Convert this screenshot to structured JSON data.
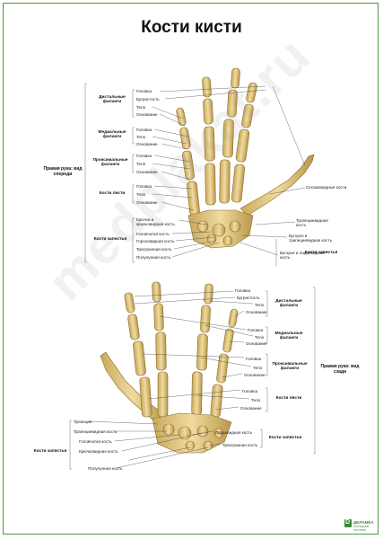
{
  "title": "Кости кисти",
  "top": {
    "view": "Правая рука: вид спереди",
    "groups": {
      "distal": "Дистальные фаланги",
      "medial": "Медиальные фаланги",
      "proximal": "Проксимальные фаланги",
      "metacarpal": "Кости пясти",
      "carpal": "Кости запястья",
      "carpal_right": "Кости запястья"
    },
    "labels": {
      "d1": "Головка",
      "d2": "Бугристость",
      "d3": "Тело",
      "d4": "Основание",
      "m1": "Головка",
      "m2": "Тело",
      "m3": "Основание",
      "p1": "Головка",
      "p2": "Тело",
      "p3": "Основание",
      "mc1": "Головка",
      "mc2": "Тело",
      "mc3": "Основание",
      "c1": "Крючок и крючковидная кость",
      "c2": "Головчатая кость",
      "c3": "Гороховидная кость",
      "c4": "Трехгранная кость",
      "c5": "Полулунная кость",
      "sesamoid": "Сесамовидные кости",
      "trapezium": "Трапециевидная кость",
      "trapezoid": "Бугорок и трапециевидная кость",
      "scaphoid": "Бугорок и ладьевидная кость"
    }
  },
  "bottom": {
    "view": "Правая рука: вид сзади",
    "groups": {
      "distal": "Дистальные фаланги",
      "medial": "Медиальные фаланги",
      "proximal": "Проксимальные фаланги",
      "metacarpal": "Кости пясти",
      "carpal_right": "Кости запястья",
      "carpal_left": "Кости запястья"
    },
    "labels": {
      "d1": "Головка",
      "d2": "Бугристость",
      "d3": "Тело",
      "d4": "Основание",
      "m1": "Головка",
      "m2": "Тело",
      "m3": "Основание",
      "p1": "Головка",
      "p2": "Тело",
      "p3": "Основание",
      "mc1": "Головка",
      "mc2": "Тело",
      "mc3": "Основание",
      "r1": "Ладьевидная кость",
      "r2": "Трехгранная кость",
      "l1": "Трапеция",
      "l2": "Трапециевидная кость",
      "l3": "Головчатая кость",
      "l4": "Крючковидная кость",
      "l5": "Полулунная кость"
    }
  },
  "watermark": "medplakat.ru",
  "logo": {
    "brand": "ДЕЛАМЕА",
    "sub": "НАГЛЯДНЫЕ ПОСОБИЯ"
  },
  "colors": {
    "frame": "#4a9a3e",
    "bone": "#e3c77e",
    "bone_shade": "#b8974a"
  }
}
